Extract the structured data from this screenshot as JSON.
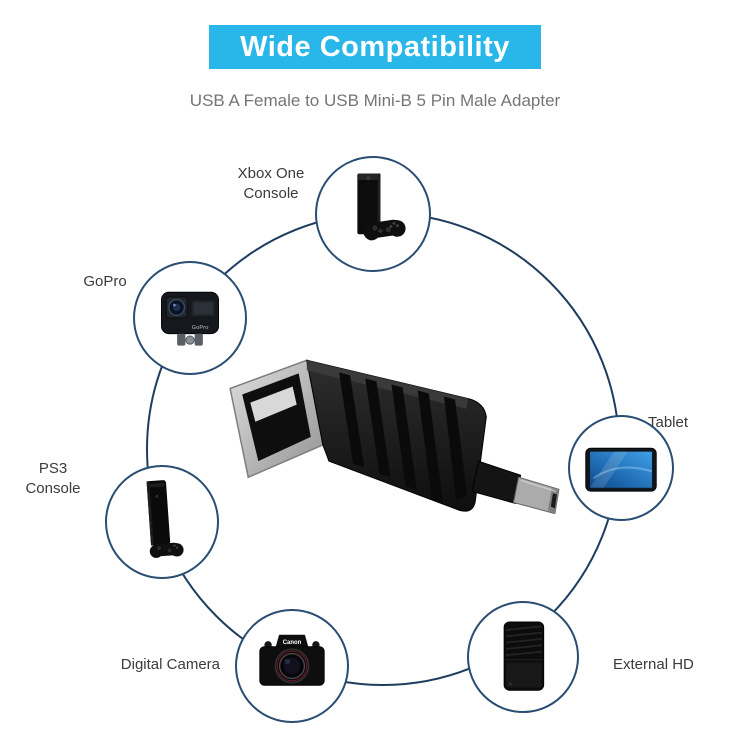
{
  "banner": {
    "title": "Wide Compatibility"
  },
  "subtitle": "USB A Female to USB Mini-B 5 Pin Male Adapter",
  "product": {
    "name": "USB A Female to USB Mini-B 5 Pin Male Adapter",
    "icon": "usb-a-female-to-mini-b-adapter"
  },
  "devices": [
    {
      "label": "Xbox One Console",
      "icon": "xbox-one-console"
    },
    {
      "label": "GoPro",
      "icon": "gopro-action-camera"
    },
    {
      "label": "PS3 Console",
      "icon": "ps3-console"
    },
    {
      "label": "Digital Camera",
      "icon": "digital-camera"
    },
    {
      "label": "External HD",
      "icon": "external-hard-drive"
    },
    {
      "label": "Tablet",
      "icon": "tablet"
    }
  ],
  "colors": {
    "banner_bg": "#29b6e8",
    "banner_text": "#ffffff",
    "subtitle_text": "#757575",
    "ring_stroke": "#1e3d5e",
    "node_border": "#2a4d72",
    "label_text": "#3b3b3b"
  }
}
